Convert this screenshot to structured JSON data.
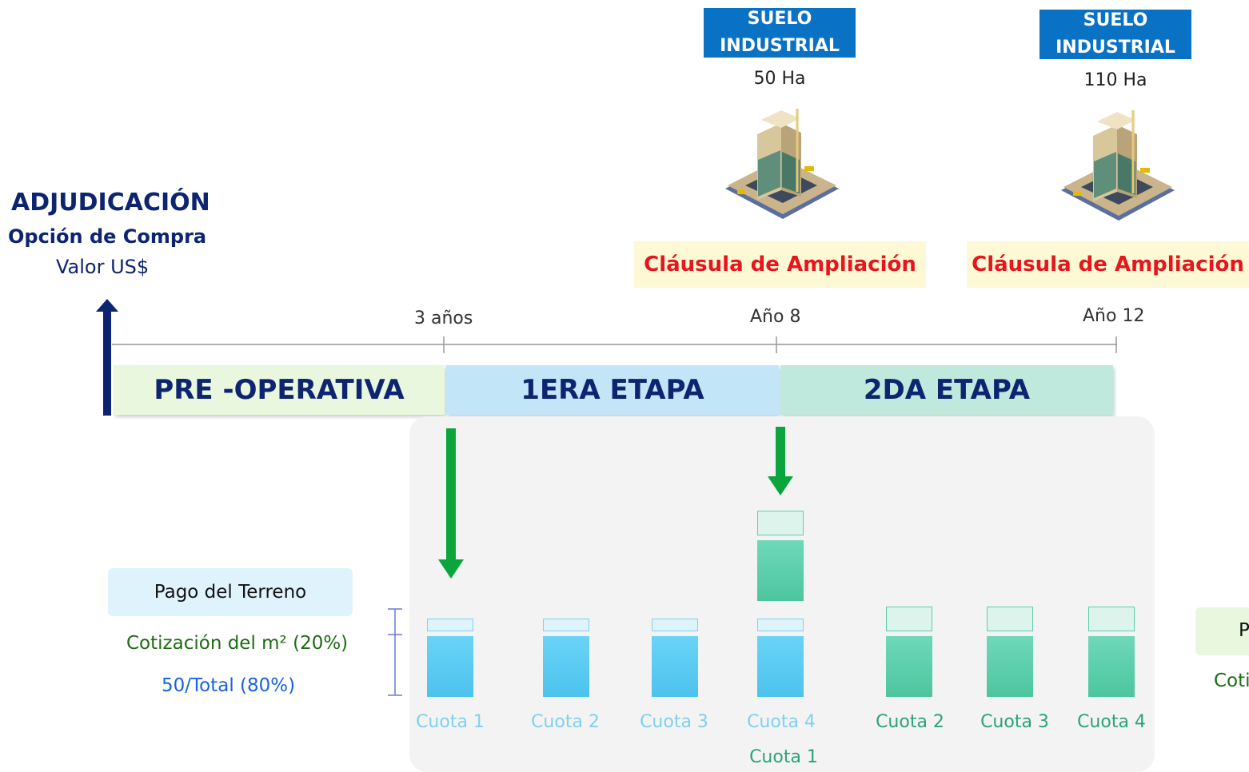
{
  "left": {
    "title": "ADJUDICACIÓN",
    "subtitle": "Opción de Compra",
    "value_label": "Valor US$"
  },
  "expansions": [
    {
      "tag": "SUELO INDUSTRIAL",
      "area": "50 Ha",
      "clause": "Cláusula de Ampliación"
    },
    {
      "tag": "SUELO INDUSTRIAL",
      "area": "110 Ha",
      "clause": "Cláusula de Ampliación"
    }
  ],
  "timeline": {
    "ticks": [
      "3 años",
      "Año 8",
      "Año 12"
    ]
  },
  "phases": [
    {
      "label": "PRE -OPERATIVA",
      "color": "#eaf7df"
    },
    {
      "label": "1ERA ETAPA",
      "color": "#c2e6f8"
    },
    {
      "label": "2DA ETAPA",
      "color": "#bfe9dc"
    }
  ],
  "payment": {
    "title": "Pago del Terreno",
    "line1": "Cotización del m² (20%)",
    "line2": "50/Total (80%)"
  },
  "cuotas": {
    "blue": [
      "Cuota 1",
      "Cuota 2",
      "Cuota 3",
      "Cuota 4"
    ],
    "green": [
      "Cuota 2",
      "Cuota 3",
      "Cuota 4"
    ],
    "green_first": "Cuota 1"
  },
  "cut_off": {
    "box_text": "P",
    "line_text": "Coti"
  },
  "colors": {
    "navy": "#0d2470",
    "blue_bar": "#5ccdf3",
    "green_bar": "#5ccfae",
    "arrow_green": "#0aa53c",
    "cuota_blue_text": "#7fd0ee",
    "cuota_green_text": "#2aa37a"
  }
}
